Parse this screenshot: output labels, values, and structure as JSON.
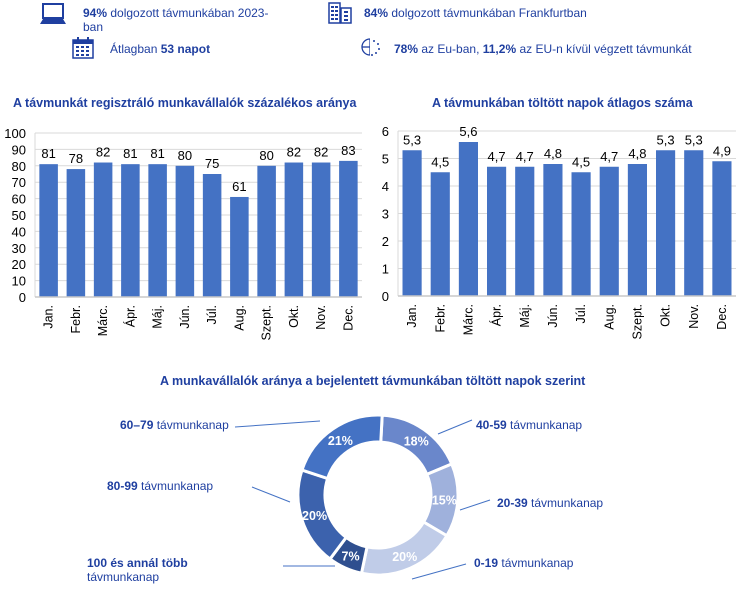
{
  "kpis": [
    {
      "icon": "laptop-icon",
      "bold": "94%",
      "text": " dolgozott távmunkában 2023-ban"
    },
    {
      "icon": "calendar-icon",
      "prefix": "Átlagban ",
      "bold": "53 napot",
      "text": ""
    },
    {
      "icon": "building-icon",
      "bold": "84%",
      "text": " dolgozott távmunkában Frankfurtban"
    },
    {
      "icon": "globe-eu-icon",
      "bold": "78%",
      "text": " az Eu-ban, ",
      "bold2": "11,2%",
      "text2": " az EU-n kívül végzett távmunkát"
    }
  ],
  "colors": {
    "title": "#1f3fa0",
    "bar": "#4472c4",
    "grid": "#d9d9d9",
    "donut": [
      "#6a87cb",
      "#9fb1dc",
      "#c0cce8",
      "#2f4f8f",
      "#3c62ad",
      "#4472c4"
    ]
  },
  "chart_data": [
    {
      "type": "bar",
      "title": "A távmunkát regisztráló munkavállalók százalékos aránya",
      "categories": [
        "Jan.",
        "Febr.",
        "Márc.",
        "Ápr.",
        "Máj.",
        "Jún.",
        "Júl.",
        "Aug.",
        "Szept.",
        "Okt.",
        "Nov.",
        "Dec."
      ],
      "values": [
        81,
        78,
        82,
        81,
        81,
        80,
        75,
        61,
        80,
        82,
        82,
        83
      ],
      "labels": [
        "81",
        "78",
        "82",
        "81",
        "81",
        "80",
        "75",
        "61",
        "80",
        "82",
        "82",
        "83"
      ],
      "ylim": [
        0,
        100
      ],
      "yticks": [
        "0",
        "10",
        "20",
        "30",
        "40",
        "50",
        "60",
        "70",
        "80",
        "90",
        "100"
      ],
      "ytick_values": [
        0,
        10,
        20,
        30,
        40,
        50,
        60,
        70,
        80,
        90,
        100
      ],
      "grid": true,
      "xlabel": "",
      "ylabel": ""
    },
    {
      "type": "bar",
      "title": "A távmunkában töltött napok átlagos száma",
      "categories": [
        "Jan.",
        "Febr.",
        "Márc.",
        "Ápr.",
        "Máj.",
        "Jún.",
        "Júl.",
        "Aug.",
        "Szept.",
        "Okt.",
        "Nov.",
        "Dec."
      ],
      "values": [
        5.3,
        4.5,
        5.6,
        4.7,
        4.7,
        4.8,
        4.5,
        4.7,
        4.8,
        5.3,
        5.3,
        4.9
      ],
      "labels": [
        "5,3",
        "4,5",
        "5,6",
        "4,7",
        "4,7",
        "4,8",
        "4,5",
        "4,7",
        "4,8",
        "5,3",
        "5,3",
        "4,9"
      ],
      "ylim": [
        0,
        6
      ],
      "yticks": [
        "0",
        "1",
        "2",
        "3",
        "4",
        "5",
        "6"
      ],
      "ytick_values": [
        0,
        1,
        2,
        3,
        4,
        5,
        6
      ],
      "grid": true,
      "xlabel": "",
      "ylabel": ""
    },
    {
      "type": "pie",
      "title": "A munkavállalók aránya a bejelentett távmunkában töltött napok szerint",
      "donut": true,
      "slices": [
        {
          "label_bold": "40-59",
          "label": " távmunkanap",
          "value": 18,
          "text": "18%"
        },
        {
          "label_bold": "20-39",
          "label": " távmunkanap",
          "value": 15,
          "text": "15%"
        },
        {
          "label_bold": "0-19",
          "label": " távmunkanap",
          "value": 20,
          "text": "20%"
        },
        {
          "label_bold": "100 és annál több",
          "label": "távmunkanap",
          "value": 7,
          "text": "7%"
        },
        {
          "label_bold": "80-99",
          "label": " távmunkanap",
          "value": 20,
          "text": "20%"
        },
        {
          "label_bold": "60–79",
          "label": " távmunkanap",
          "value": 21,
          "text": "21%"
        }
      ]
    }
  ]
}
